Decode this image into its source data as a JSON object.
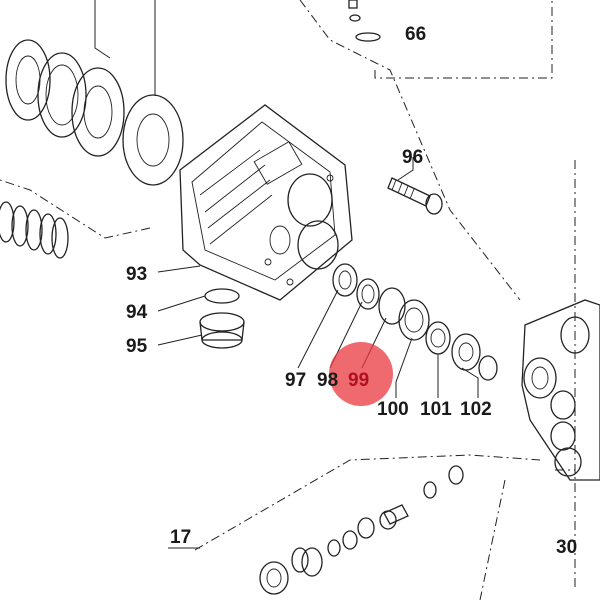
{
  "callouts": {
    "c66": "66",
    "c96": "96",
    "c93": "93",
    "c94": "94",
    "c95": "95",
    "c97": "97",
    "c98": "98",
    "c99": "99",
    "c100": "100",
    "c101": "101",
    "c102": "102",
    "c17": "17",
    "c30": "30"
  },
  "highlight": {
    "target": "99",
    "color": "#e8383f",
    "opacity": 0.75
  },
  "colors": {
    "line": "#222222",
    "label": "#1a1a1a",
    "background": "#ffffff"
  }
}
